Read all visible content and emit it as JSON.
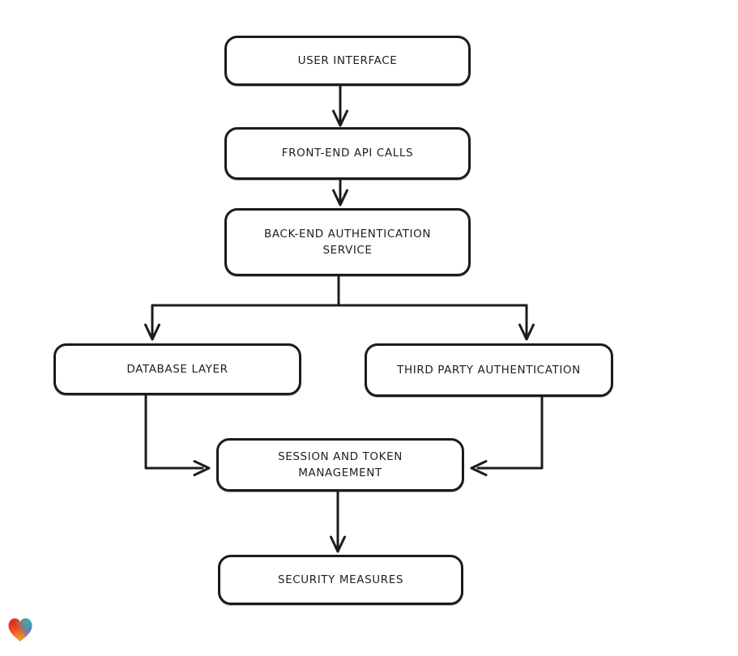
{
  "diagram": {
    "title": "authentication flow diagram",
    "style": {
      "stroke_color": "#1b1b1b",
      "node_fill": "#ffffff",
      "background": "#ffffff"
    },
    "nodes": [
      {
        "id": "user-interface",
        "label": "USER INTERFACE"
      },
      {
        "id": "front-end-api-calls",
        "label": "FRONT-END API CALLS"
      },
      {
        "id": "back-end-auth-service",
        "label": "BACK-END AUTHENTICATION SERVICE"
      },
      {
        "id": "database-layer",
        "label": "DATABASE LAYER"
      },
      {
        "id": "third-party-auth",
        "label": "THIRD PARTY AUTHENTICATION"
      },
      {
        "id": "session-token-mgmt",
        "label": "SESSION AND TOKEN MANAGEMENT"
      },
      {
        "id": "security-measures",
        "label": "SECURITY MEASURES"
      }
    ],
    "edges": [
      {
        "from": "user-interface",
        "to": "front-end-api-calls"
      },
      {
        "from": "front-end-api-calls",
        "to": "back-end-auth-service"
      },
      {
        "from": "back-end-auth-service",
        "to": "database-layer"
      },
      {
        "from": "back-end-auth-service",
        "to": "third-party-auth"
      },
      {
        "from": "database-layer",
        "to": "session-token-mgmt"
      },
      {
        "from": "third-party-auth",
        "to": "session-token-mgmt"
      },
      {
        "from": "session-token-mgmt",
        "to": "security-measures"
      }
    ]
  },
  "branding": {
    "logo": "gradient-heart-icon"
  }
}
